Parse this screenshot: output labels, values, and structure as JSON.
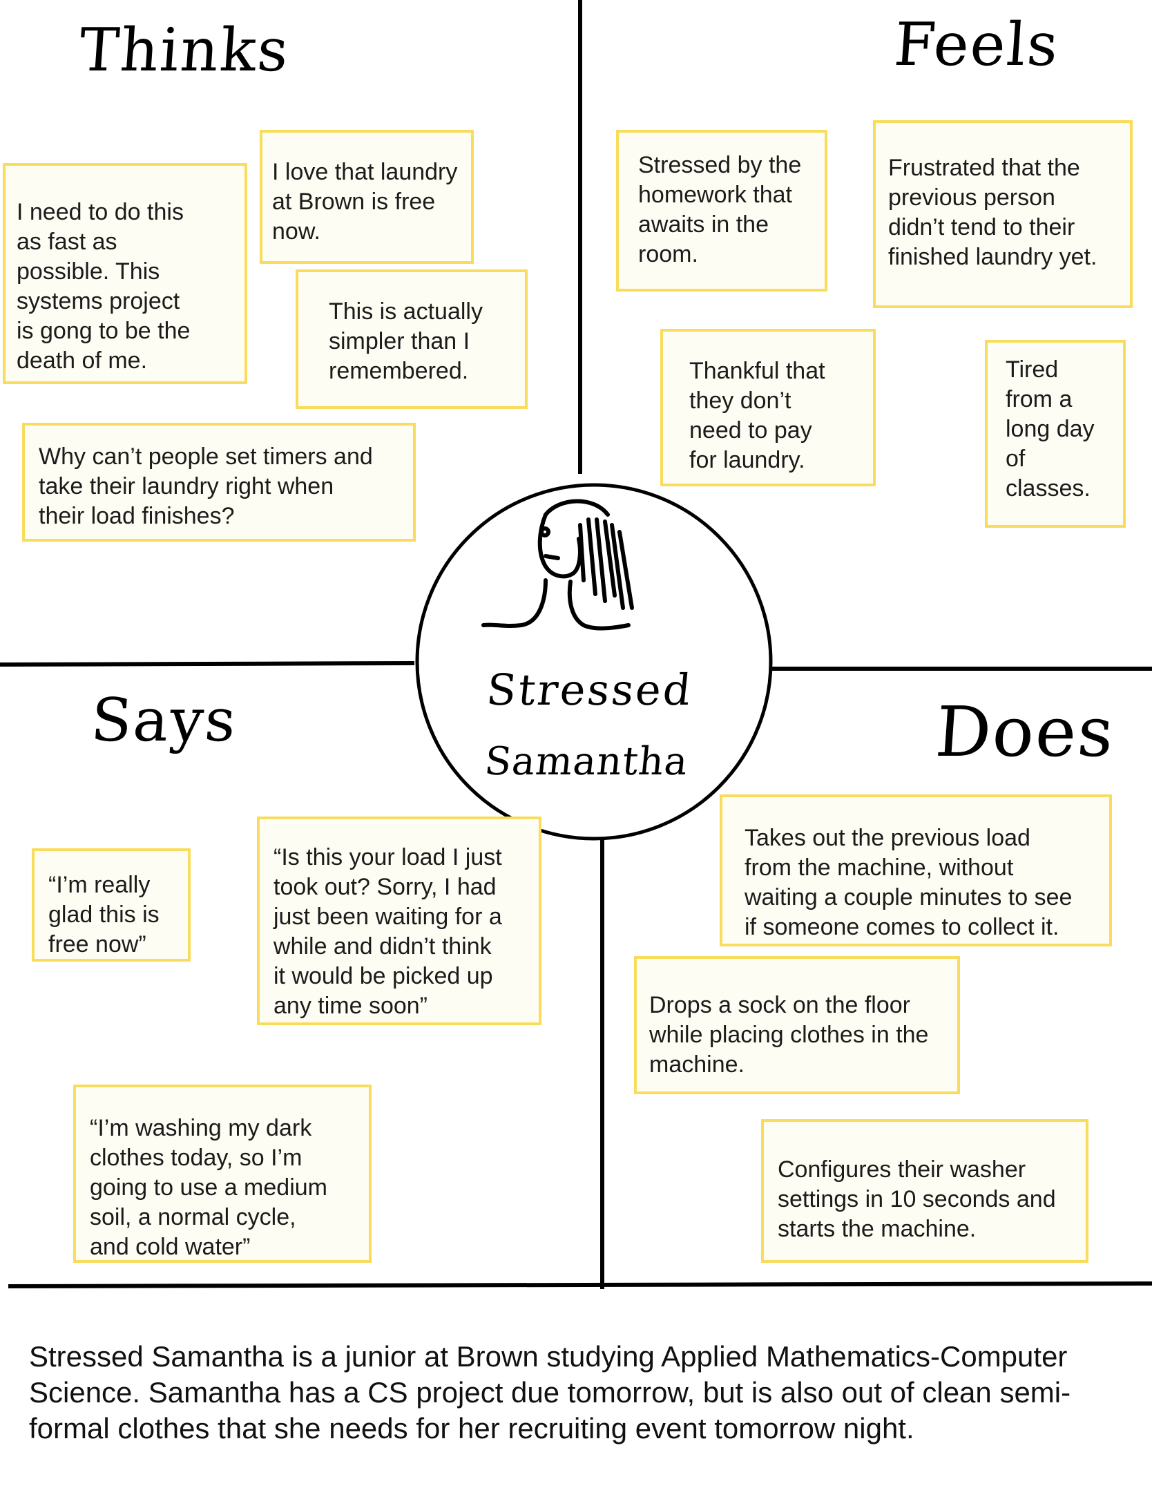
{
  "quadrants": {
    "thinks": {
      "title": "Thinks",
      "notes": [
        "I need to do this\nas fast as\npossible. This\nsystems project\nis gong to be the\ndeath of me.",
        "I love that laundry\nat Brown is free\nnow.",
        "This is actually\nsimpler than I\nremembered.",
        "Why can’t people set timers and\ntake their laundry right when\ntheir load finishes?"
      ]
    },
    "feels": {
      "title": "Feels",
      "notes": [
        "Stressed by the\nhomework that\nawaits in the\nroom.",
        "Frustrated that the\nprevious person\ndidn’t tend to their\nfinished laundry yet.",
        "Thankful that\nthey don’t\nneed to pay\nfor laundry.",
        "Tired\nfrom a\nlong day\nof\nclasses."
      ]
    },
    "says": {
      "title": "Says",
      "notes": [
        "“I’m really\nglad this is\nfree now”",
        "“Is this your load I just\ntook out? Sorry, I had\njust been waiting for a\nwhile and didn’t think\nit would be picked up\nany time soon”",
        "“I’m washing my dark\nclothes today, so I’m\ngoing to use a medium\nsoil, a normal cycle,\nand cold water”"
      ]
    },
    "does": {
      "title": "Does",
      "notes": [
        "Takes out the previous load\nfrom the machine, without\nwaiting a couple minutes to see\nif someone comes to collect it.",
        "Drops a sock on the floor\nwhile placing clothes in the\nmachine.",
        "Configures their washer\nsettings in 10 seconds and\nstarts the machine."
      ]
    }
  },
  "persona": {
    "line1": "Stressed",
    "line2": "Samantha"
  },
  "summary": "Stressed Samantha is a junior at Brown studying Applied Mathematics-Computer\nScience. Samantha has a CS project due tomorrow, but is also out of clean semi-\nformal clothes that she needs for her recruiting event tomorrow night.",
  "colors": {
    "sticky_border": "#f9dc5c",
    "sticky_fill": "#fefdf3",
    "ink": "#000000"
  }
}
